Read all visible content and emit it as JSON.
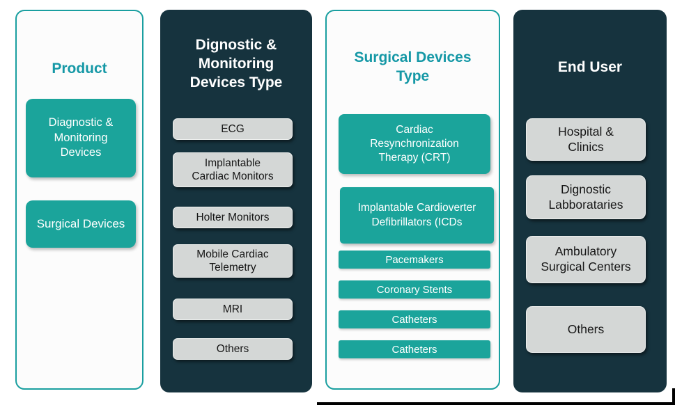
{
  "colors": {
    "teal_box": "#1ba49b",
    "teal_heading": "#1598a6",
    "dark_panel": "#16333e",
    "gray_box": "#d4d7d6"
  },
  "columns": [
    {
      "title": "Product",
      "style": "light",
      "items": [
        {
          "label": "Diagnostic &\nMonitoring\nDevices"
        },
        {
          "label": "Surgical Devices"
        }
      ]
    },
    {
      "title": "Dignostic &\nMonitoring\nDevices Type",
      "style": "dark",
      "items": [
        {
          "label": "ECG"
        },
        {
          "label": "Implantable\nCardiac Monitors"
        },
        {
          "label": "Holter Monitors"
        },
        {
          "label": "Mobile Cardiac\nTelemetry"
        },
        {
          "label": "MRI"
        },
        {
          "label": "Others"
        }
      ]
    },
    {
      "title": "Surgical Devices\nType",
      "style": "light",
      "items": [
        {
          "label": "Cardiac\nResynchronization\nTherapy (CRT)"
        },
        {
          "label": "Implantable Cardioverter\nDefibrillators (ICDs"
        },
        {
          "label": "Pacemakers"
        },
        {
          "label": "Coronary Stents"
        },
        {
          "label": "Catheters"
        },
        {
          "label": "Catheters"
        }
      ]
    },
    {
      "title": "End User",
      "style": "dark",
      "items": [
        {
          "label": "Hospital &\nClinics"
        },
        {
          "label": "Dignostic\nLabborataries"
        },
        {
          "label": "Ambulatory\nSurgical Centers"
        },
        {
          "label": "Others"
        }
      ]
    }
  ]
}
